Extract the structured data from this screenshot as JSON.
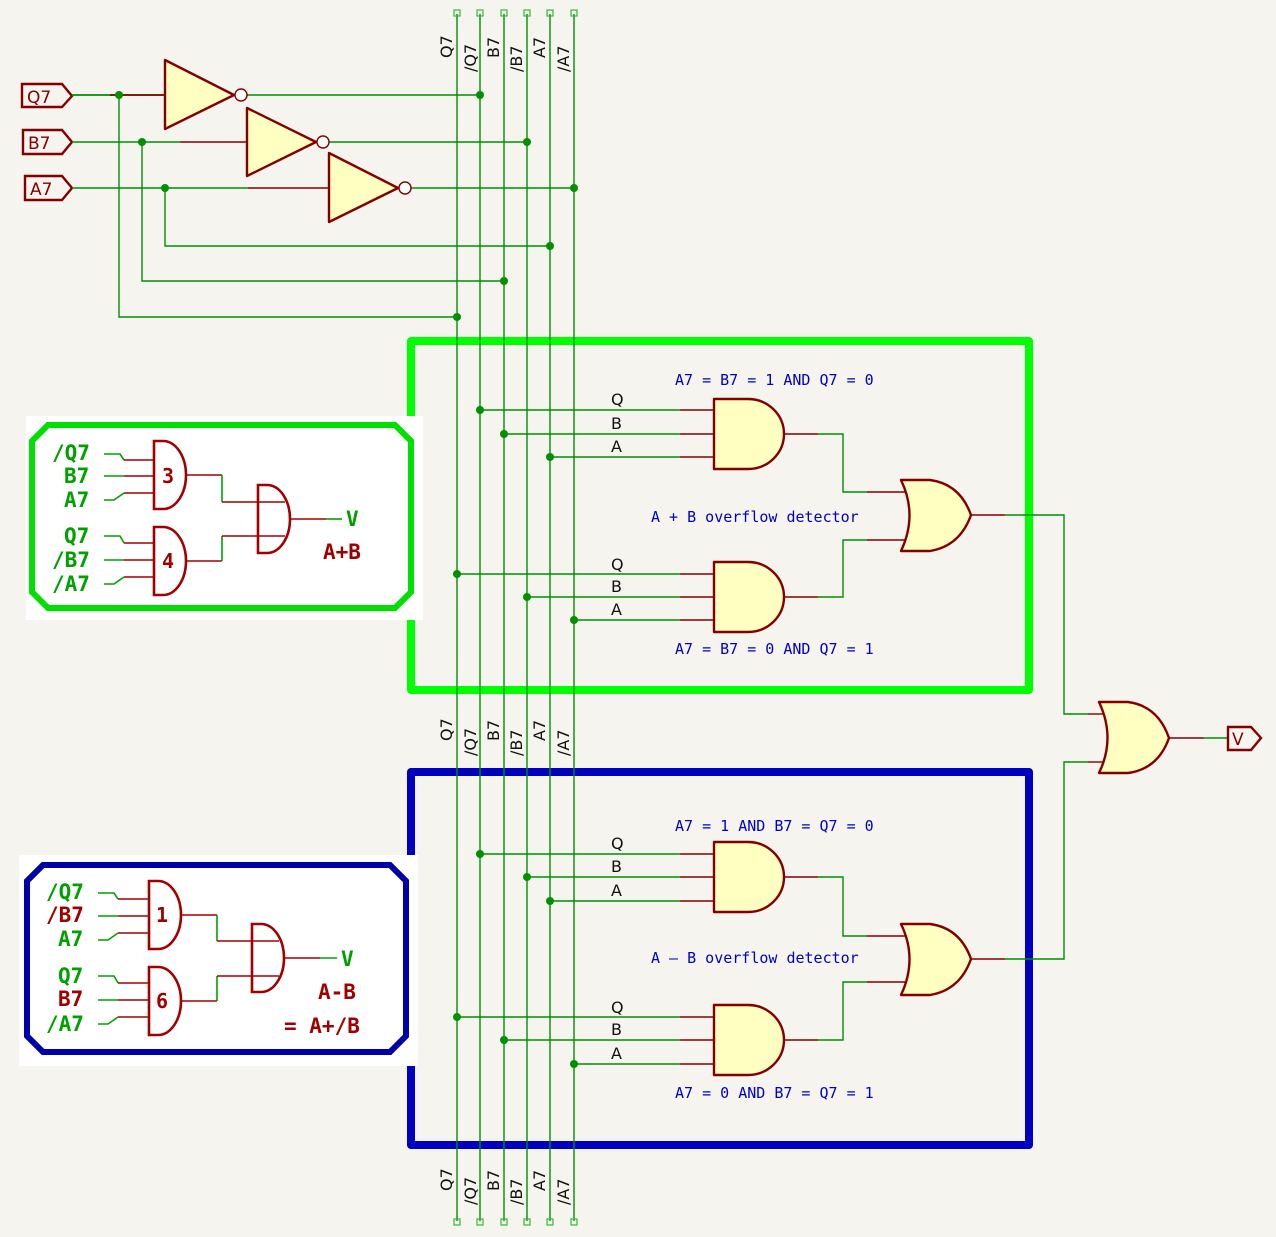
{
  "diagram": {
    "title": "8-bit adder/subtractor overflow (V) detection logic",
    "inputs": [
      {
        "id": "Q7",
        "label": "Q7"
      },
      {
        "id": "B7",
        "label": "B7"
      },
      {
        "id": "A7",
        "label": "A7"
      }
    ],
    "output": {
      "id": "V",
      "label": "V"
    },
    "bus": {
      "signals": [
        "Q7",
        "/Q7",
        "B7",
        "/B7",
        "A7",
        "/A7"
      ]
    },
    "inverters": [
      {
        "input": "Q7",
        "output": "/Q7"
      },
      {
        "input": "B7",
        "output": "/B7"
      },
      {
        "input": "A7",
        "output": "/A7"
      }
    ],
    "add_block": {
      "name": "A + B overflow detector",
      "frame_color": "#00ff00",
      "gates": [
        {
          "condition": "A7 = B7 = 1 AND Q7 = 0",
          "pins": [
            {
              "label": "Q",
              "net": "/Q7"
            },
            {
              "label": "B",
              "net": "B7"
            },
            {
              "label": "A",
              "net": "A7"
            }
          ]
        },
        {
          "condition": "A7 = B7 = 0 AND Q7 = 1",
          "pins": [
            {
              "label": "Q",
              "net": "Q7"
            },
            {
              "label": "B",
              "net": "/B7"
            },
            {
              "label": "A",
              "net": "/A7"
            }
          ]
        }
      ]
    },
    "sub_block": {
      "name": "A – B overflow detector",
      "frame_color": "#0000c0",
      "gates": [
        {
          "condition": "A7 = 1 AND B7 = Q7 = 0",
          "pins": [
            {
              "label": "Q",
              "net": "/Q7"
            },
            {
              "label": "B",
              "net": "/B7"
            },
            {
              "label": "A",
              "net": "A7"
            }
          ]
        },
        {
          "condition": "A7 = 0 AND B7 = Q7 = 1",
          "pins": [
            {
              "label": "Q",
              "net": "Q7"
            },
            {
              "label": "B",
              "net": "B7"
            },
            {
              "label": "A",
              "net": "/A7"
            }
          ]
        }
      ]
    },
    "final_gate": {
      "type": "OR",
      "output": "V"
    },
    "reference_add": {
      "gate1_number": "3",
      "gate1_inputs": [
        "/Q7",
        "B7",
        "A7"
      ],
      "gate2_number": "4",
      "gate2_inputs": [
        "Q7",
        "/B7",
        "/A7"
      ],
      "output_label": "V",
      "caption": "A+B"
    },
    "reference_sub": {
      "gate1_number": "1",
      "gate1_inputs": [
        "/Q7",
        "/B7",
        "A7"
      ],
      "gate1_red_inputs": [
        false,
        true,
        false
      ],
      "gate2_number": "6",
      "gate2_inputs": [
        "Q7",
        "B7",
        "/A7"
      ],
      "gate2_red_inputs": [
        false,
        true,
        false
      ],
      "output_label": "V",
      "caption_line1": "A-B",
      "caption_line2": "= A+/B"
    },
    "colors": {
      "wire": "#009000",
      "gate_fill": "#ffffc2",
      "gate_outline": "#840000",
      "note_text": "#0000c8",
      "background": "#f5f4ef"
    }
  }
}
